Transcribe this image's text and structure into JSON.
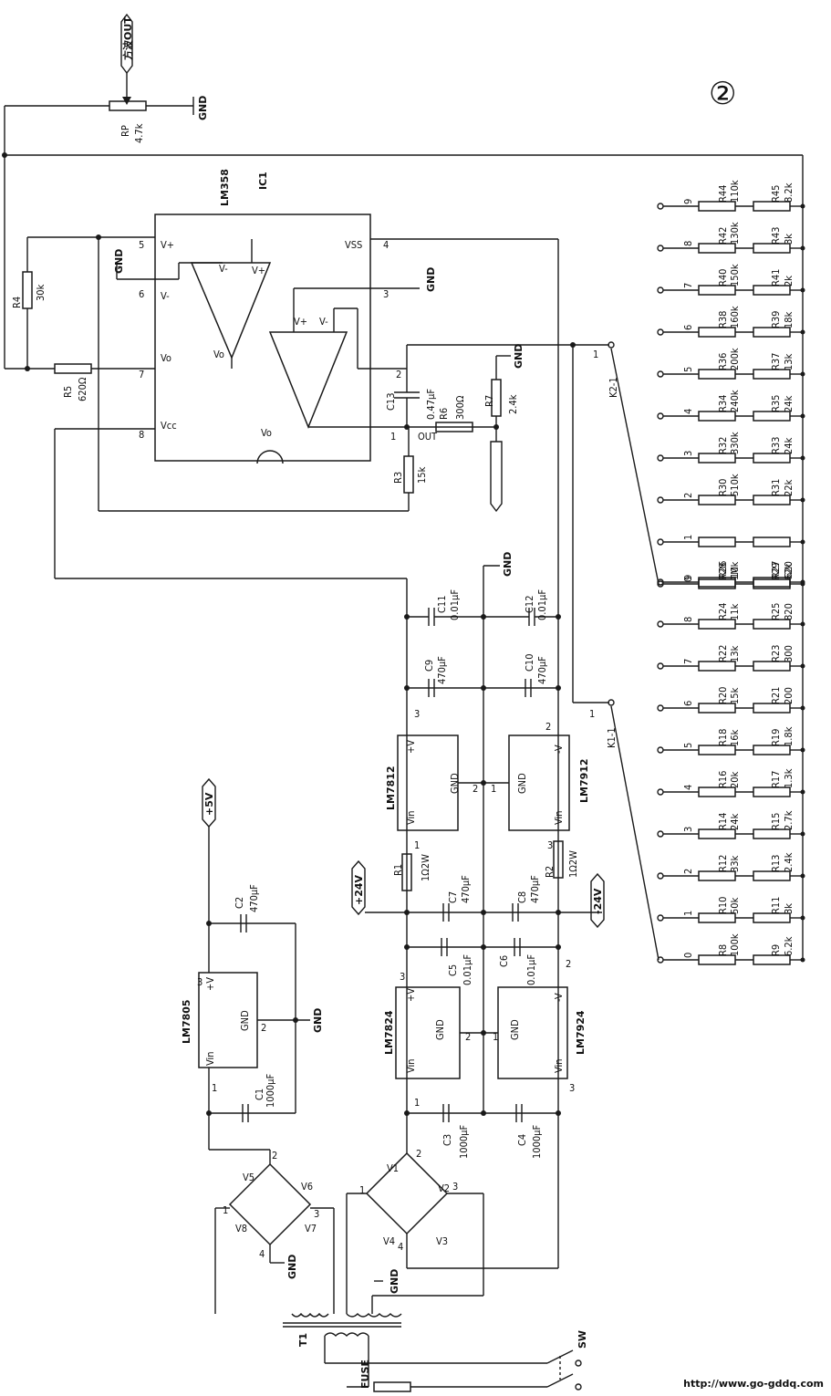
{
  "diagram": {
    "sheet_number": "②",
    "watermark": "http://www.go-gddq.com",
    "wave_out": "方波OUT",
    "pot": {
      "name": "RP",
      "value": "4.7k",
      "gnd": "GND"
    },
    "ic1": {
      "part": "LM358",
      "ref": "IC1",
      "pins": [
        "5",
        "6",
        "7",
        "8",
        "4",
        "3",
        "2",
        "1"
      ],
      "pin_labels": [
        "V+",
        "V-",
        "Vo",
        "Vcc",
        "VSS",
        "V+",
        "V-",
        "Vo",
        "OUT",
        "V-",
        "V+",
        "Vo",
        "GND"
      ],
      "gnd": "GND"
    },
    "feedback": [
      {
        "name": "R4",
        "value": "30k"
      },
      {
        "name": "R5",
        "value": "620Ω"
      },
      {
        "name": "R3",
        "value": "15k"
      },
      {
        "name": "R6",
        "value": "300Ω"
      },
      {
        "name": "R7",
        "value": "2.4k"
      },
      {
        "name": "C13",
        "value": "0.47μF"
      }
    ],
    "caps": [
      {
        "name": "C11",
        "value": "0.01μF"
      },
      {
        "name": "C12",
        "value": "0.01μF"
      },
      {
        "name": "C9",
        "value": "470μF"
      },
      {
        "name": "C10",
        "value": "470μF"
      },
      {
        "name": "C7",
        "value": "470μF"
      },
      {
        "name": "C8",
        "value": "470μF"
      },
      {
        "name": "C5",
        "value": "0.01μF"
      },
      {
        "name": "C6",
        "value": "0.01μF"
      },
      {
        "name": "C3",
        "value": "1000μF"
      },
      {
        "name": "C4",
        "value": "1000μF"
      },
      {
        "name": "C2",
        "value": "470μF"
      },
      {
        "name": "C1",
        "value": "1000μF"
      }
    ],
    "regulators": [
      {
        "part": "LM7812",
        "pins": [
          "+V",
          "GND",
          "Vin"
        ]
      },
      {
        "part": "LM7912",
        "pins": [
          "-V",
          "GND",
          "Vin"
        ]
      },
      {
        "part": "LM7824",
        "pins": [
          "+V",
          "GND",
          "Vin"
        ]
      },
      {
        "part": "LM7924",
        "pins": [
          "-V",
          "GND",
          "Vin"
        ]
      },
      {
        "part": "LM7805",
        "pins": [
          "+V",
          "GND",
          "Vin"
        ]
      }
    ],
    "rails": {
      "p24": "+24V",
      "n24": "-24V",
      "p5": "+5V",
      "gnd": "GND"
    },
    "series_r": [
      {
        "name": "R1",
        "value": "1Ω2W"
      },
      {
        "name": "R2",
        "value": "1Ω2W"
      }
    ],
    "diodes": [
      "V1",
      "V2",
      "V3",
      "V4",
      "V5",
      "V6",
      "V7",
      "V8"
    ],
    "transformer": "T1",
    "fuse": "FUSE",
    "switch": "SW",
    "switch_k2": "K2-1",
    "switch_k1": "K1-1",
    "bank_upper": [
      {
        "pos": "0",
        "r1": "R28",
        "v1": "1M",
        "r2": "R29",
        "v2": "62k"
      },
      {
        "pos": "1",
        "r1": "",
        "v1": "",
        "r2": "",
        "v2": ""
      },
      {
        "pos": "2",
        "r1": "R30",
        "v1": "510k",
        "r2": "R31",
        "v2": "22k"
      },
      {
        "pos": "3",
        "r1": "R32",
        "v1": "330k",
        "r2": "R33",
        "v2": "24k"
      },
      {
        "pos": "4",
        "r1": "R34",
        "v1": "240k",
        "r2": "R35",
        "v2": "24k"
      },
      {
        "pos": "5",
        "r1": "R36",
        "v1": "200k",
        "r2": "R37",
        "v2": "13k"
      },
      {
        "pos": "6",
        "r1": "R38",
        "v1": "160k",
        "r2": "R39",
        "v2": "18k"
      },
      {
        "pos": "7",
        "r1": "R40",
        "v1": "150k",
        "r2": "R41",
        "v2": "2k"
      },
      {
        "pos": "8",
        "r1": "R42",
        "v1": "130k",
        "r2": "R43",
        "v2": "3k"
      },
      {
        "pos": "9",
        "r1": "R44",
        "v1": "110k",
        "r2": "R45",
        "v2": "8.2k"
      }
    ],
    "bank_lower": [
      {
        "pos": "0",
        "r1": "R8",
        "v1": "100k",
        "r2": "R9",
        "v2": "6.2k"
      },
      {
        "pos": "1",
        "r1": "R10",
        "v1": "50k",
        "r2": "R11",
        "v2": "3k"
      },
      {
        "pos": "2",
        "r1": "R12",
        "v1": "33k",
        "r2": "R13",
        "v2": "2.4k"
      },
      {
        "pos": "3",
        "r1": "R14",
        "v1": "24k",
        "r2": "R15",
        "v2": "2.7k"
      },
      {
        "pos": "4",
        "r1": "R16",
        "v1": "20k",
        "r2": "R17",
        "v2": "1.3k"
      },
      {
        "pos": "5",
        "r1": "R18",
        "v1": "16k",
        "r2": "R19",
        "v2": "1.8k"
      },
      {
        "pos": "6",
        "r1": "R20",
        "v1": "15k",
        "r2": "R21",
        "v2": "200"
      },
      {
        "pos": "7",
        "r1": "R22",
        "v1": "13k",
        "r2": "R23",
        "v2": "300"
      },
      {
        "pos": "8",
        "r1": "R24",
        "v1": "11k",
        "r2": "R25",
        "v2": "820"
      },
      {
        "pos": "9",
        "r1": "R26",
        "v1": "10k",
        "r2": "R27",
        "v2": "620"
      }
    ],
    "pin_numbers": {
      "one": "1",
      "two": "2",
      "three": "3",
      "four": "4"
    }
  }
}
